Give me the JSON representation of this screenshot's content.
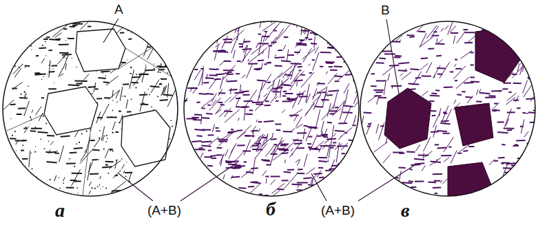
{
  "diagram": {
    "labels": [
      "A",
      "B",
      "(A+B)",
      "(A+B)",
      "а",
      "б",
      "в"
    ]
  }
}
